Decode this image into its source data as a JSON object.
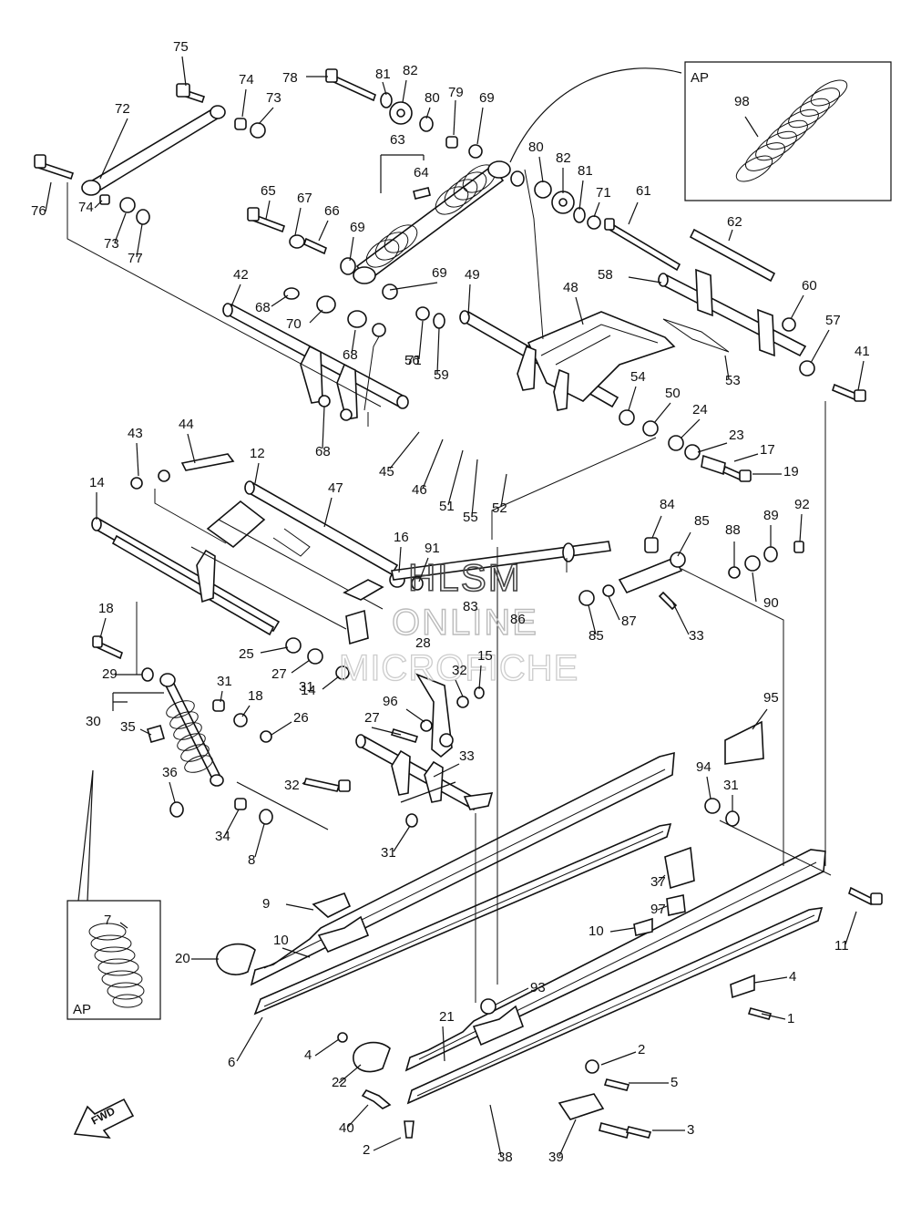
{
  "ap_label": "AP",
  "fwd_label": "FWD",
  "watermark": {
    "line1": "HLSM",
    "line2": "ONLINE",
    "line3": "MICROFICHE"
  },
  "labels": [
    "75",
    "74",
    "78",
    "81",
    "82",
    "79",
    "69",
    "72",
    "73",
    "80",
    "63",
    "64",
    "80",
    "82",
    "81",
    "71",
    "61",
    "76",
    "74",
    "73",
    "77",
    "65",
    "67",
    "66",
    "69",
    "62",
    "98",
    "42",
    "68",
    "69",
    "49",
    "48",
    "58",
    "60",
    "70",
    "68",
    "71",
    "59",
    "57",
    "41",
    "68",
    "56",
    "53",
    "54",
    "50",
    "24",
    "23",
    "43",
    "44",
    "45",
    "46",
    "51",
    "55",
    "52",
    "19",
    "12",
    "47",
    "17",
    "14",
    "16",
    "91",
    "84",
    "85",
    "88",
    "89",
    "92",
    "83",
    "86",
    "85",
    "87",
    "90",
    "33",
    "18",
    "14",
    "25",
    "28",
    "15",
    "27",
    "32",
    "31",
    "18",
    "31",
    "29",
    "30",
    "35",
    "26",
    "27",
    "96",
    "95",
    "94",
    "31",
    "36",
    "33",
    "32",
    "34",
    "31",
    "8",
    "37",
    "9",
    "97",
    "7",
    "10",
    "10",
    "4",
    "20",
    "93",
    "11",
    "1",
    "21",
    "2",
    "6",
    "4",
    "22",
    "5",
    "40",
    "3",
    "2",
    "38",
    "39"
  ]
}
